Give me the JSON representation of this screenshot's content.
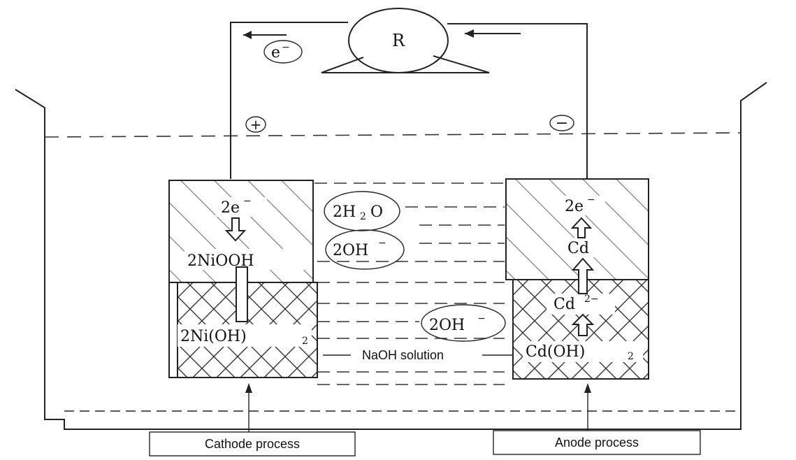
{
  "labels": {
    "resistor": "R",
    "electron": "e",
    "electron_sup": "−",
    "positive_terminal": "+",
    "negative_terminal": "−",
    "cathode_electrons": "2e",
    "cathode_electrons_sup": "−",
    "nickel_oxyhydroxide": "2NiOOH",
    "nickel_hydroxide_main": "2Ni(OH)",
    "nickel_hydroxide_sub": "2",
    "water_main": "2H",
    "water_sub": "2",
    "water_tail": "O",
    "hydroxide_top_main": "2OH",
    "hydroxide_top_sup": "−",
    "hydroxide_bottom_main": "2OH",
    "hydroxide_bottom_sup": "−",
    "anode_electrons": "2e",
    "anode_electrons_sup": "−",
    "cadmium": "Cd",
    "cadmium_ion_main": "Cd",
    "cadmium_ion_sup": "2−",
    "cadmium_hydroxide_main": "Cd(OH)",
    "cadmium_hydroxide_sub": "2",
    "electrolyte": "NaOH solution",
    "cathode_process": "Cathode process",
    "anode_process": "Anode process"
  },
  "colors": {
    "line": "#222222",
    "background": "#ffffff"
  }
}
